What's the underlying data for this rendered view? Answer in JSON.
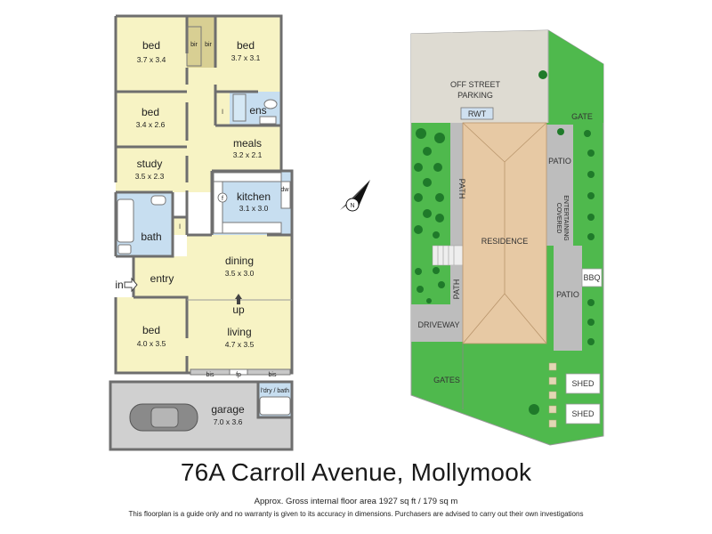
{
  "address": "76A Carroll Avenue, Mollymook",
  "area_note": "Approx. Gross internal floor area 1927 sq ft / 179 sq m",
  "disclaimer": "This floorplan is a guide only and no warranty is given to its accuracy in dimensions. Purchasers are advised to carry out their own investigations",
  "rooms": {
    "bed1": {
      "name": "bed",
      "dims": "3.7 x 3.4"
    },
    "bed2": {
      "name": "bed",
      "dims": "3.7 x 3.1"
    },
    "bed3": {
      "name": "bed",
      "dims": "3.4 x 2.6"
    },
    "study": {
      "name": "study",
      "dims": "3.5 x 2.3"
    },
    "meals": {
      "name": "meals",
      "dims": "3.2 x 2.1"
    },
    "kitchen": {
      "name": "kitchen",
      "dims": "3.1 x 3.0"
    },
    "dining": {
      "name": "dining",
      "dims": "3.5 x 3.0"
    },
    "bed4": {
      "name": "bed",
      "dims": "4.0 x 3.5"
    },
    "living": {
      "name": "living",
      "dims": "4.7 x 3.5"
    },
    "garage": {
      "name": "garage",
      "dims": "7.0 x 3.6"
    },
    "ens": "ens",
    "bath": "bath",
    "entry": "entry",
    "in": "in",
    "up": "up",
    "bir1": "bir",
    "bir2": "bir",
    "bis1": "bis",
    "bis2": "bis",
    "fp": "fp",
    "ldry": "l'dry / bath",
    "dw": "dw",
    "f": "f",
    "l1": "l",
    "l2": "l"
  },
  "site": {
    "parking": [
      "OFF STREET",
      "PARKING"
    ],
    "rwt": "RWT",
    "gate": "GATE",
    "residence": "RESIDENCE",
    "path": "PATH",
    "patio": "PATIO",
    "covered": [
      "COVERED",
      "ENTERTAINING"
    ],
    "bbq": "BBQ",
    "driveway": "DRIVEWAY",
    "gates": "GATES",
    "shed": "SHED",
    "north": "N"
  },
  "colors": {
    "room": "#f7f3c4",
    "wet": "#c7def0",
    "garage": "#d0d0d0",
    "wall": "#6e6e6e",
    "lawn": "#4fb94d",
    "paving": "#bdbdbd",
    "parking": "#dedbd2",
    "roof": "#e7c9a4",
    "tree": "#1f7a2a"
  }
}
